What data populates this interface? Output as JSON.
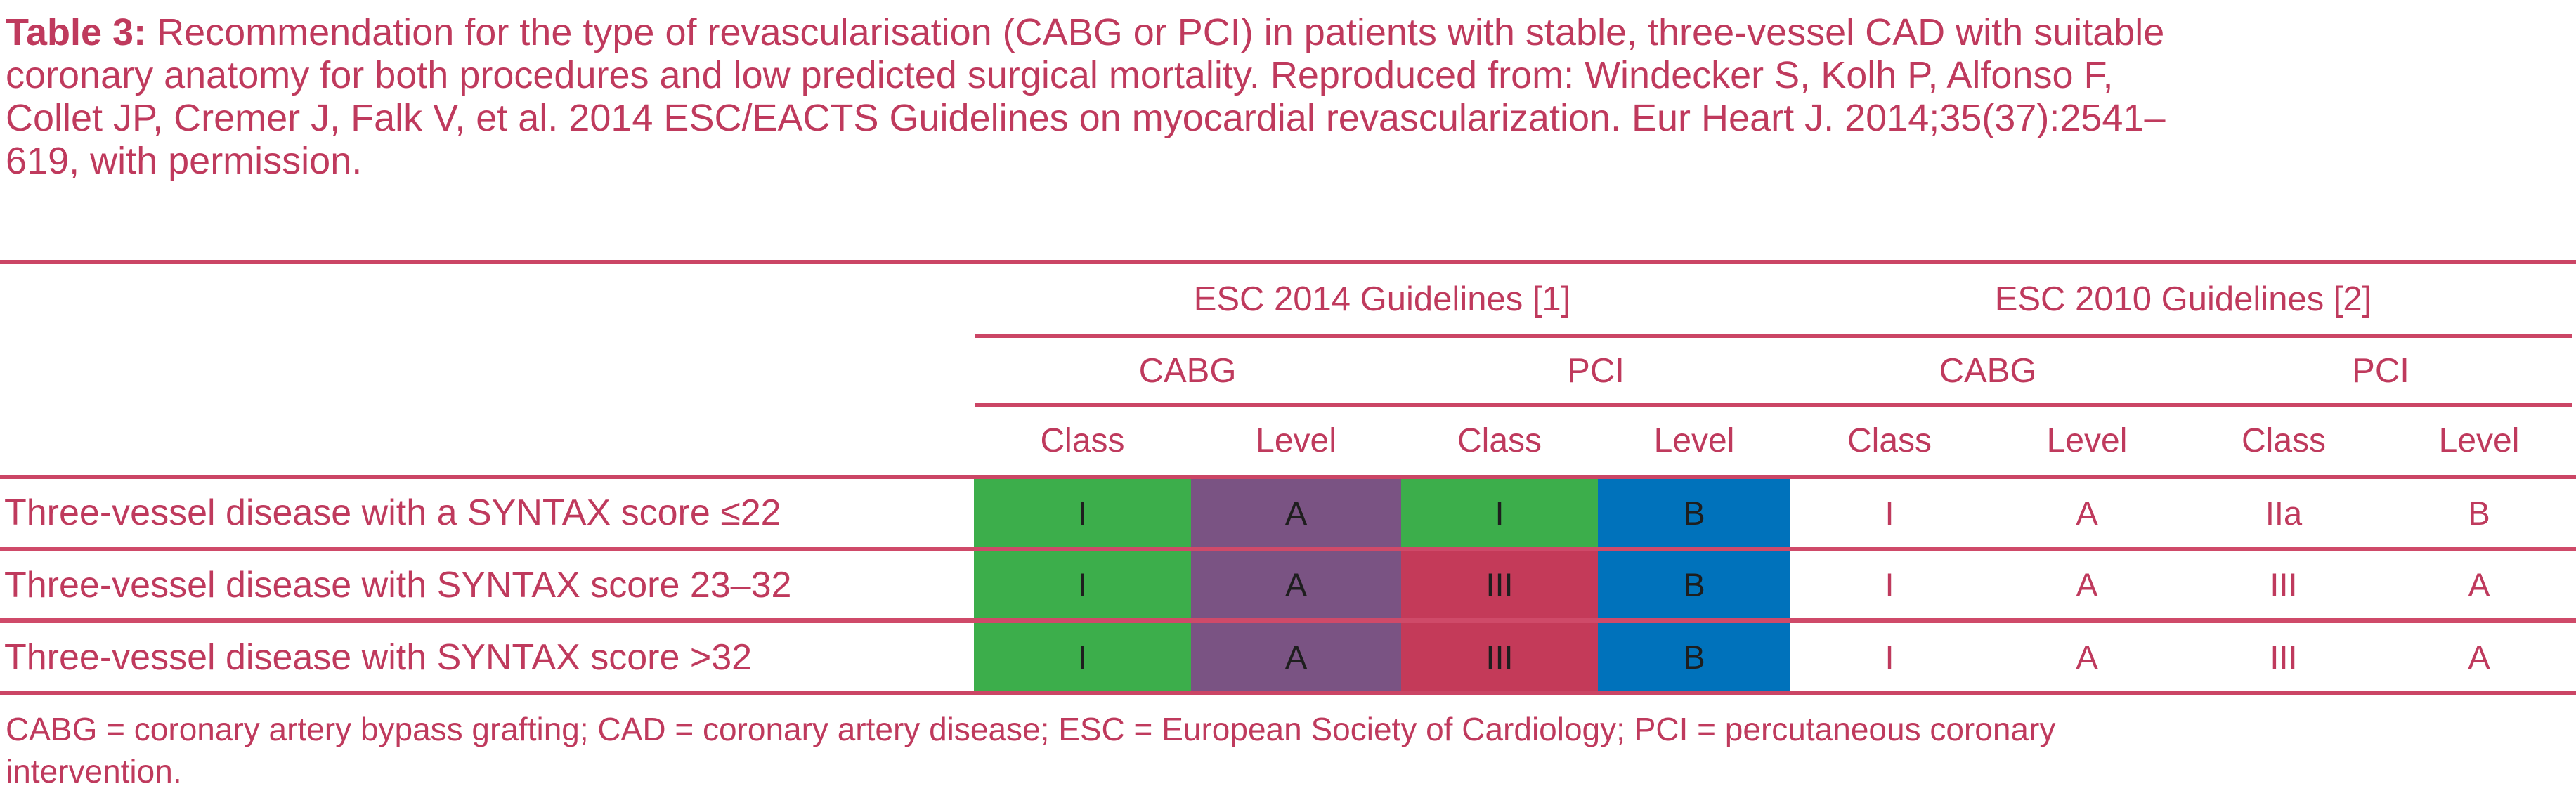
{
  "caption": {
    "label": "Table 3:",
    "line1": " Recommendation for the type of revascularisation (CABG or PCI) in patients with stable, three-vessel CAD with suitable",
    "line2": "coronary anatomy for both procedures and low predicted surgical mortality. Reproduced from: Windecker S, Kolh P, Alfonso F,",
    "line3": "Collet JP, Cremer J, Falk V, et al. 2014 ESC/EACTS Guidelines on myocardial revascularization. Eur Heart J. 2014;35(37):2541–",
    "line4": "619, with permission."
  },
  "table": {
    "group_headers": [
      "ESC 2014 Guidelines [1]",
      "ESC 2010 Guidelines [2]"
    ],
    "subgroup_headers": [
      "CABG",
      "PCI",
      "CABG",
      "PCI"
    ],
    "col_headers": [
      "Class",
      "Level",
      "Class",
      "Level",
      "Class",
      "Level",
      "Class",
      "Level"
    ],
    "rows": [
      {
        "label": "Three-vessel disease with a SYNTAX score ≤22",
        "cells": [
          {
            "value": "I",
            "bg": "green"
          },
          {
            "value": "A",
            "bg": "purple"
          },
          {
            "value": "I",
            "bg": "green"
          },
          {
            "value": "B",
            "bg": "blue"
          },
          {
            "value": "I",
            "bg": "none"
          },
          {
            "value": "A",
            "bg": "none"
          },
          {
            "value": "IIa",
            "bg": "none"
          },
          {
            "value": "B",
            "bg": "none"
          }
        ]
      },
      {
        "label": "Three-vessel disease with SYNTAX score 23–32",
        "cells": [
          {
            "value": "I",
            "bg": "green"
          },
          {
            "value": "A",
            "bg": "purple"
          },
          {
            "value": "III",
            "bg": "red"
          },
          {
            "value": "B",
            "bg": "blue"
          },
          {
            "value": "I",
            "bg": "none"
          },
          {
            "value": "A",
            "bg": "none"
          },
          {
            "value": "III",
            "bg": "none"
          },
          {
            "value": "A",
            "bg": "none"
          }
        ]
      },
      {
        "label": "Three-vessel disease with SYNTAX score >32",
        "cells": [
          {
            "value": "I",
            "bg": "green"
          },
          {
            "value": "A",
            "bg": "purple"
          },
          {
            "value": "III",
            "bg": "red"
          },
          {
            "value": "B",
            "bg": "blue"
          },
          {
            "value": "I",
            "bg": "none"
          },
          {
            "value": "A",
            "bg": "none"
          },
          {
            "value": "III",
            "bg": "none"
          },
          {
            "value": "A",
            "bg": "none"
          }
        ]
      }
    ]
  },
  "footnote": {
    "line1": "CABG = coronary artery bypass grafting; CAD = coronary artery disease; ESC = European Society of Cardiology; PCI = percutaneous coronary",
    "line2": "intervention."
  },
  "colors": {
    "text_crimson": "#bf3a5d",
    "rule_crimson": "#cb4565",
    "cell_green": "#3cae4b",
    "cell_purple": "#7a5383",
    "cell_red": "#c43a59",
    "cell_blue": "#0072bb",
    "cell_text_dark": "#1e1e1e"
  }
}
